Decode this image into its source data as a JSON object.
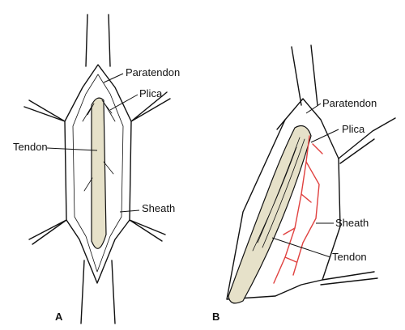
{
  "figure": {
    "panel_a": {
      "letter": "A",
      "labels": {
        "paratendon": "Paratendon",
        "plica": "Plica",
        "tendon": "Tendon",
        "sheath": "Sheath"
      }
    },
    "panel_b": {
      "letter": "B",
      "labels": {
        "paratendon": "Paratendon",
        "plica": "Plica",
        "sheath": "Sheath",
        "tendon": "Tendon"
      }
    },
    "colors": {
      "tendon_fill": "#e6e1c9",
      "vessel": "#e0413f",
      "ink": "#111111"
    }
  }
}
